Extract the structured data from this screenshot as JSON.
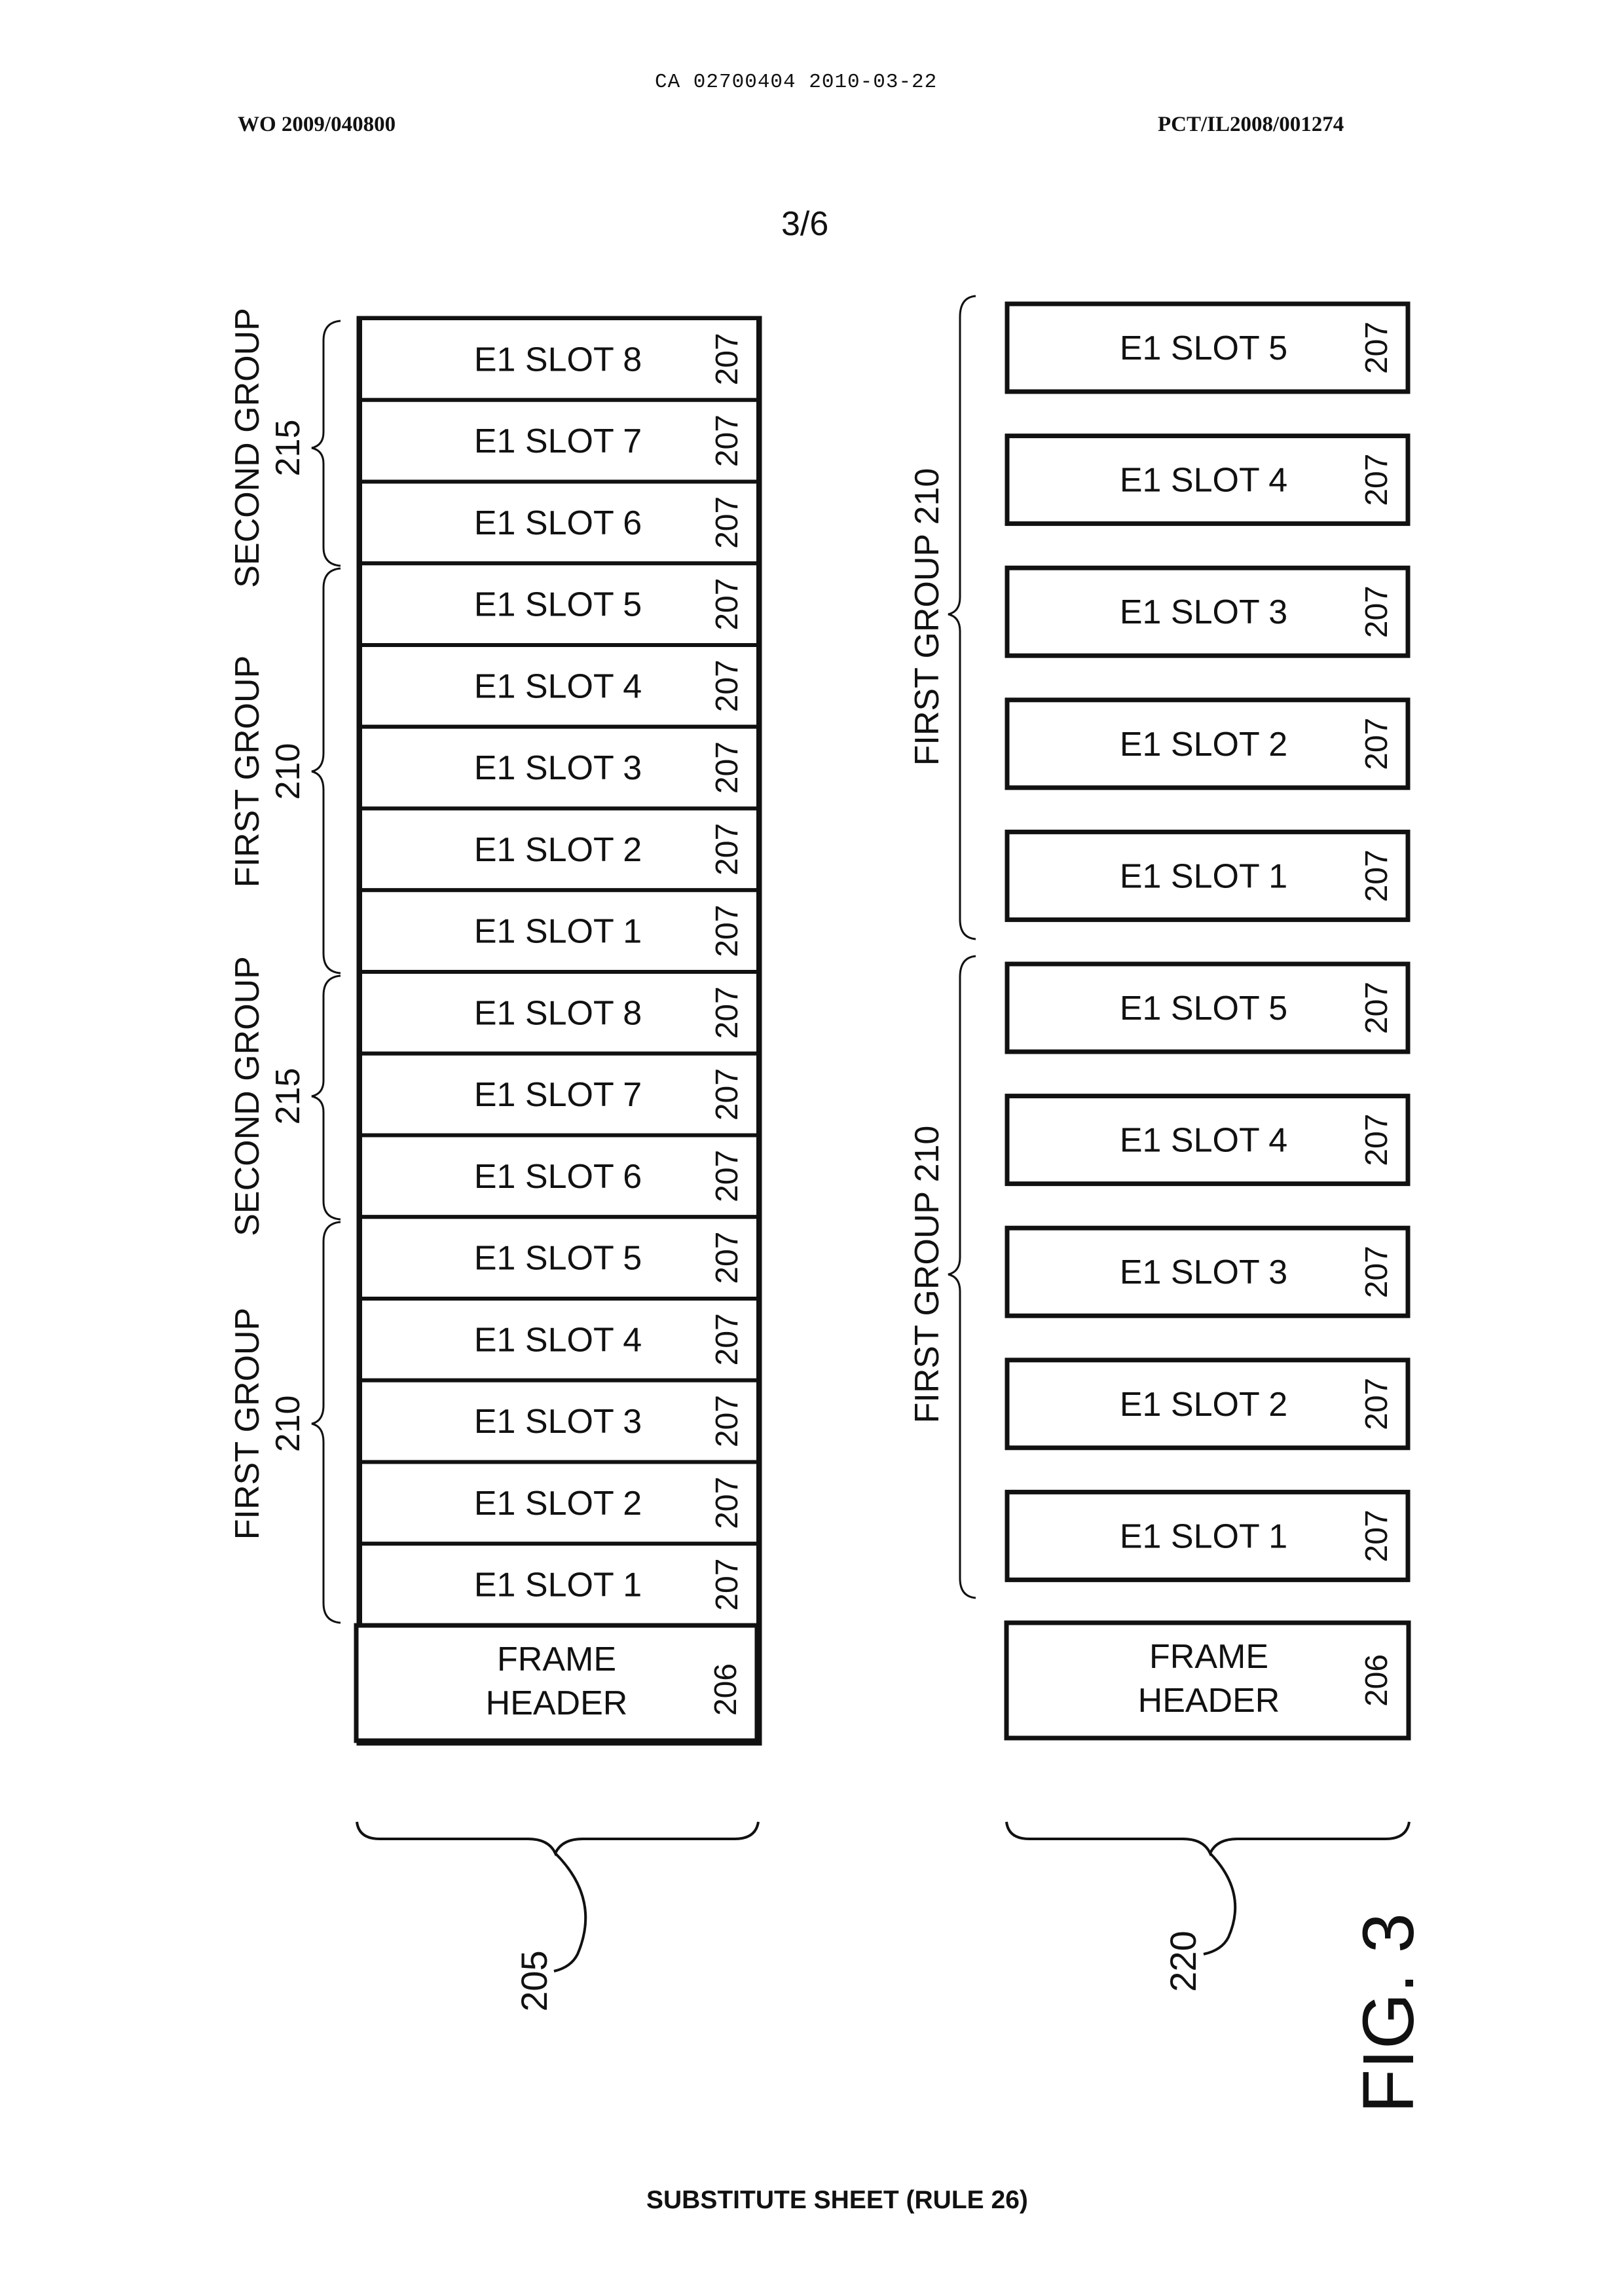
{
  "document": {
    "top_id": "CA 02700404 2010-03-22",
    "publication_number": "WO 2009/040800",
    "application_number": "PCT/IL2008/001274",
    "sheet_number": "3/6",
    "figure_label": "FIG. 3",
    "footer": "SUBSTITUTE SHEET (RULE 26)"
  },
  "left_frame": {
    "ref": "205",
    "slots": [
      {
        "label": "E1 SLOT 8",
        "ref": "207"
      },
      {
        "label": "E1 SLOT 7",
        "ref": "207"
      },
      {
        "label": "E1 SLOT 6",
        "ref": "207"
      },
      {
        "label": "E1 SLOT 5",
        "ref": "207"
      },
      {
        "label": "E1 SLOT 4",
        "ref": "207"
      },
      {
        "label": "E1 SLOT 3",
        "ref": "207"
      },
      {
        "label": "E1 SLOT 2",
        "ref": "207"
      },
      {
        "label": "E1 SLOT 1",
        "ref": "207"
      },
      {
        "label": "E1 SLOT 8",
        "ref": "207"
      },
      {
        "label": "E1 SLOT 7",
        "ref": "207"
      },
      {
        "label": "E1 SLOT 6",
        "ref": "207"
      },
      {
        "label": "E1 SLOT 5",
        "ref": "207"
      },
      {
        "label": "E1 SLOT 4",
        "ref": "207"
      },
      {
        "label": "E1 SLOT 3",
        "ref": "207"
      },
      {
        "label": "E1 SLOT 2",
        "ref": "207"
      },
      {
        "label": "E1 SLOT 1",
        "ref": "207"
      }
    ],
    "header": {
      "lines": [
        "FRAME",
        "HEADER"
      ],
      "ref": "206"
    },
    "groups": [
      {
        "lines": [
          "SECOND GROUP",
          "215"
        ]
      },
      {
        "lines": [
          "FIRST GROUP",
          "210"
        ]
      },
      {
        "lines": [
          "SECOND GROUP",
          "215"
        ]
      },
      {
        "lines": [
          "FIRST GROUP",
          "210"
        ]
      }
    ]
  },
  "right_frame": {
    "ref": "220",
    "slots": [
      {
        "label": "E1 SLOT 5",
        "ref": "207"
      },
      {
        "label": "E1 SLOT 4",
        "ref": "207"
      },
      {
        "label": "E1 SLOT 3",
        "ref": "207"
      },
      {
        "label": "E1 SLOT 2",
        "ref": "207"
      },
      {
        "label": "E1 SLOT 1",
        "ref": "207"
      },
      {
        "label": "E1 SLOT 5",
        "ref": "207"
      },
      {
        "label": "E1 SLOT 4",
        "ref": "207"
      },
      {
        "label": "E1 SLOT 3",
        "ref": "207"
      },
      {
        "label": "E1 SLOT 2",
        "ref": "207"
      },
      {
        "label": "E1 SLOT 1",
        "ref": "207"
      }
    ],
    "header": {
      "lines": [
        "FRAME",
        "HEADER"
      ],
      "ref": "206"
    },
    "groups": [
      {
        "lines": [
          "FIRST GROUP 210"
        ]
      },
      {
        "lines": [
          "FIRST GROUP 210"
        ]
      }
    ]
  }
}
